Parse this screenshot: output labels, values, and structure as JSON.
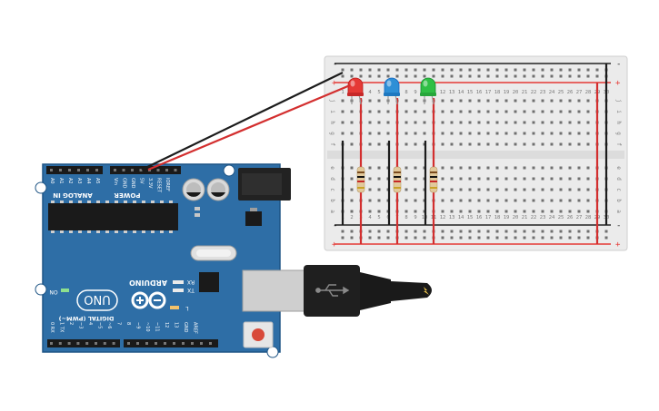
{
  "colors": {
    "board": "#2e6ea6",
    "board_dark": "#1f5585",
    "breadboard": "#e9e9e9",
    "rail_red": "#e53935",
    "rail_black": "#222222",
    "wire_red": "#d32f2f",
    "wire_black": "#1c1c1c",
    "led_red": "#e53935",
    "led_blue": "#2e8fd6",
    "led_green": "#2fbf45",
    "cable": "#1a1a1a",
    "usb_plug": "#c8c8c8"
  },
  "breadboard": {
    "rows_top": [
      "j",
      "i",
      "h",
      "g",
      "f"
    ],
    "rows_bottom": [
      "e",
      "d",
      "c",
      "b",
      "a"
    ],
    "column_numbers": [
      "1",
      "2",
      "3",
      "4",
      "5",
      "6",
      "7",
      "8",
      "9",
      "10",
      "11",
      "12",
      "13",
      "14",
      "15",
      "16",
      "17",
      "18",
      "19",
      "20",
      "21",
      "22",
      "23",
      "24",
      "25",
      "26",
      "27",
      "28",
      "29",
      "30"
    ],
    "rail_plus": "+",
    "rail_minus": "-"
  },
  "leds": [
    {
      "name": "red",
      "color": "#e53935"
    },
    {
      "name": "blue",
      "color": "#2e8fd6"
    },
    {
      "name": "green",
      "color": "#2fbf45"
    }
  ],
  "arduino": {
    "analog_label": "ANALOG IN",
    "analog_pins": [
      "A5",
      "A4",
      "A3",
      "A2",
      "A1",
      "A0"
    ],
    "power_label": "POWER",
    "power_pins": [
      "Vin",
      "GND",
      "GND",
      "5V",
      "3.3V",
      "RESET",
      "IOREF"
    ],
    "brand": "ARDUINO",
    "model": "UNO",
    "on_label": "ON",
    "tx_label": "TX",
    "rx_label": "RX",
    "l_label": "L",
    "digital_label": "DIGITAL (PWM~)",
    "digital_pins": [
      "0 RX",
      "1 TX",
      "2",
      "~3",
      "4",
      "~5",
      "~6",
      "7",
      "8",
      "~9",
      "~10",
      "~11",
      "12",
      "13",
      "GND",
      "AREF"
    ]
  }
}
